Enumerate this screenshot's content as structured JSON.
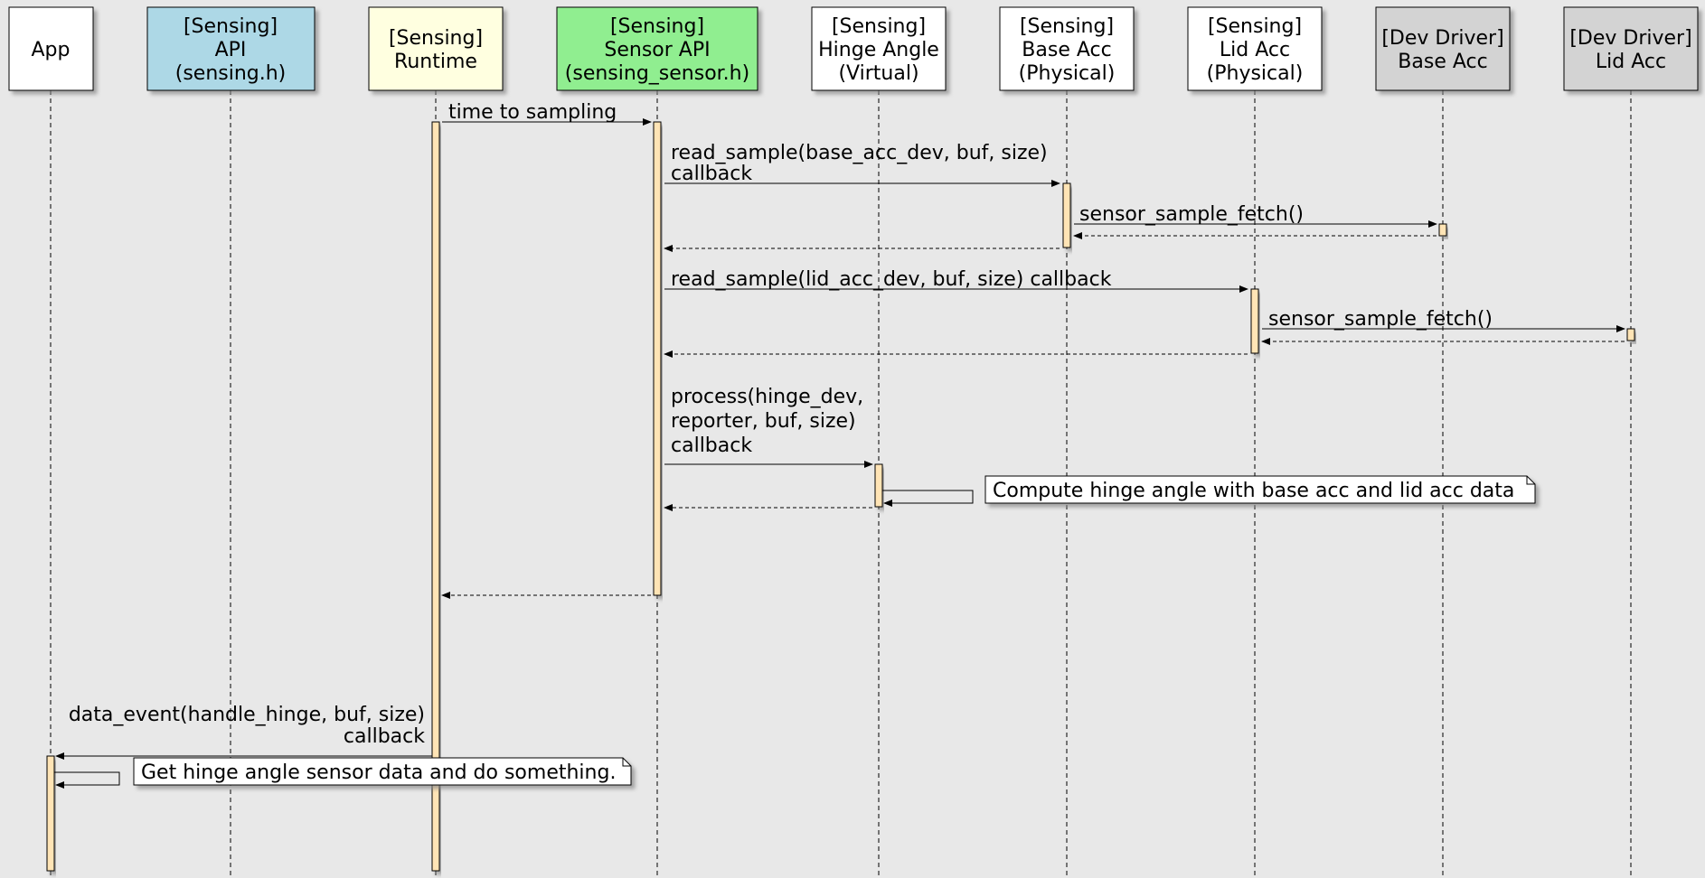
{
  "participants": [
    {
      "id": "app",
      "lines": [
        "App"
      ],
      "fill": "#ffffff"
    },
    {
      "id": "sensing-api",
      "lines": [
        "[Sensing]",
        "API",
        "(sensing.h)"
      ],
      "fill": "#add8e6"
    },
    {
      "id": "sensing-runtime",
      "lines": [
        "[Sensing]",
        "Runtime"
      ],
      "fill": "#ffffe0"
    },
    {
      "id": "sensor-api",
      "lines": [
        "[Sensing]",
        "Sensor API",
        "(sensing_sensor.h)"
      ],
      "fill": "#90ee90"
    },
    {
      "id": "hinge-angle",
      "lines": [
        "[Sensing]",
        "Hinge Angle",
        "(Virtual)"
      ],
      "fill": "#ffffff"
    },
    {
      "id": "base-acc",
      "lines": [
        "[Sensing]",
        "Base Acc",
        "(Physical)"
      ],
      "fill": "#ffffff"
    },
    {
      "id": "lid-acc",
      "lines": [
        "[Sensing]",
        "Lid Acc",
        "(Physical)"
      ],
      "fill": "#ffffff"
    },
    {
      "id": "driver-base-acc",
      "lines": [
        "[Dev Driver]",
        "Base Acc"
      ],
      "fill": "#d3d3d3"
    },
    {
      "id": "driver-lid-acc",
      "lines": [
        "[Dev Driver]",
        "Lid Acc"
      ],
      "fill": "#d3d3d3"
    }
  ],
  "messages": [
    {
      "from": "sensing-runtime",
      "to": "sensor-api",
      "kind": "call",
      "label": [
        "time to sampling"
      ]
    },
    {
      "from": "sensor-api",
      "to": "base-acc",
      "kind": "call",
      "label": [
        "read_sample(base_acc_dev, buf, size)",
        "callback"
      ]
    },
    {
      "from": "base-acc",
      "to": "driver-base-acc",
      "kind": "call",
      "label": [
        "sensor_sample_fetch()"
      ]
    },
    {
      "from": "driver-base-acc",
      "to": "base-acc",
      "kind": "return",
      "label": []
    },
    {
      "from": "base-acc",
      "to": "sensor-api",
      "kind": "return",
      "label": []
    },
    {
      "from": "sensor-api",
      "to": "lid-acc",
      "kind": "call",
      "label": [
        "read_sample(lid_acc_dev, buf, size) callback"
      ]
    },
    {
      "from": "lid-acc",
      "to": "driver-lid-acc",
      "kind": "call",
      "label": [
        "sensor_sample_fetch()"
      ]
    },
    {
      "from": "driver-lid-acc",
      "to": "lid-acc",
      "kind": "return",
      "label": []
    },
    {
      "from": "lid-acc",
      "to": "sensor-api",
      "kind": "return",
      "label": []
    },
    {
      "from": "sensor-api",
      "to": "hinge-angle",
      "kind": "call",
      "label": [
        "process(hinge_dev,",
        "reporter, buf, size)",
        "callback"
      ]
    },
    {
      "from": "hinge-angle",
      "to": "hinge-angle",
      "kind": "self",
      "label": []
    },
    {
      "from": "hinge-angle",
      "to": "sensor-api",
      "kind": "return",
      "label": []
    },
    {
      "from": "sensor-api",
      "to": "sensing-runtime",
      "kind": "return",
      "label": []
    },
    {
      "from": "sensing-runtime",
      "to": "app",
      "kind": "call",
      "label": [
        "data_event(handle_hinge, buf, size)",
        "callback"
      ]
    },
    {
      "from": "app",
      "to": "app",
      "kind": "self",
      "label": []
    }
  ],
  "notes": [
    {
      "attached_to": "hinge-angle",
      "text": "Compute hinge angle with base acc and lid acc data"
    },
    {
      "attached_to": "app",
      "text": "Get hinge angle sensor data and do something."
    }
  ],
  "colors": {
    "background": "#e8e8e8",
    "activation": "#ffe4b5",
    "note": "#ffffff",
    "line": "#000000",
    "shadow": "#a0a0a0"
  }
}
